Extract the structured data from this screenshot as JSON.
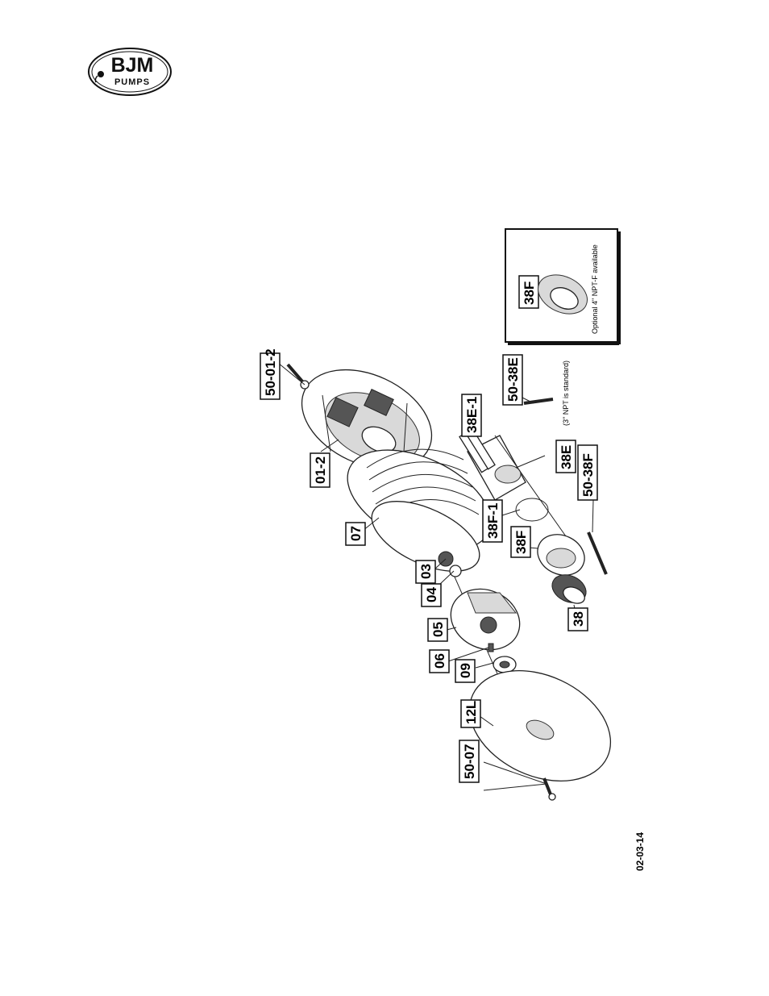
{
  "logo": {
    "brand": "BJM",
    "sub": "PUMPS"
  },
  "labels": {
    "p50_01_2": "50-01-2",
    "p01_2": "01-2",
    "p07": "07",
    "p03": "03",
    "p04": "04",
    "p05": "05",
    "p06": "06",
    "p09": "09",
    "p12L": "12L",
    "p50_07": "50-07",
    "p38E_1": "38E-1",
    "p50_38E": "50-38E",
    "p38E": "38E",
    "p38F_1": "38F-1",
    "p38F": "38F",
    "p50_38F": "50-38F",
    "p38": "38"
  },
  "notes": {
    "npt_standard": "(3\" NPT is standard)",
    "optional_box_label": "38F",
    "optional_npt": "Optional 4\" NPT-F available"
  },
  "drawing_number": "02-03-14"
}
